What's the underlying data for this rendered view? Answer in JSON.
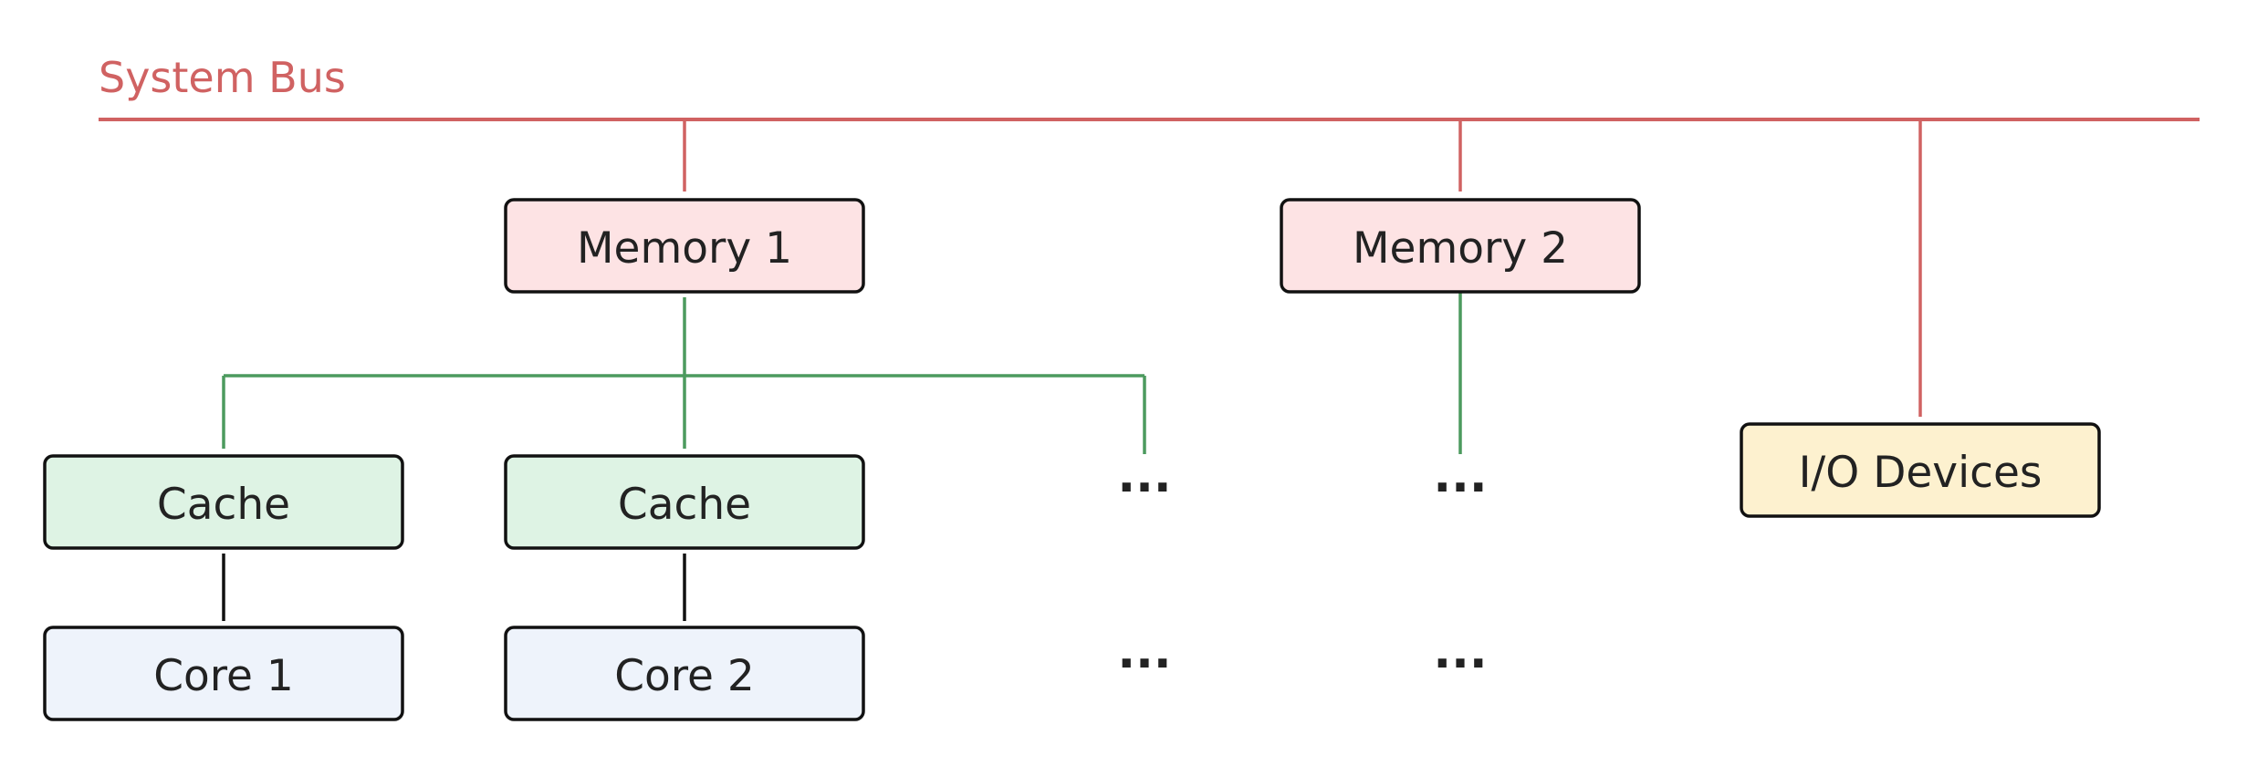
{
  "colors": {
    "bus": "#d06262",
    "interconnect": "#4c9a5e",
    "link": "#111111",
    "box_stroke": "#111111",
    "text": "#222222",
    "memory_fill": "#fde3e4",
    "cache_fill": "#def3e4",
    "core_fill": "#eef3fb",
    "io_fill": "#fdf1cf"
  },
  "bus": {
    "label": "System Bus"
  },
  "nodes": {
    "memory1": "Memory 1",
    "memory2": "Memory 2",
    "io": "I/O Devices",
    "cache1": "Cache",
    "cache2": "Cache",
    "core1": "Core 1",
    "core2": "Core 2"
  },
  "ellipses": {
    "m1_cache": "···",
    "m1_core": "···",
    "m2_cache": "···",
    "m2_core": "···"
  }
}
